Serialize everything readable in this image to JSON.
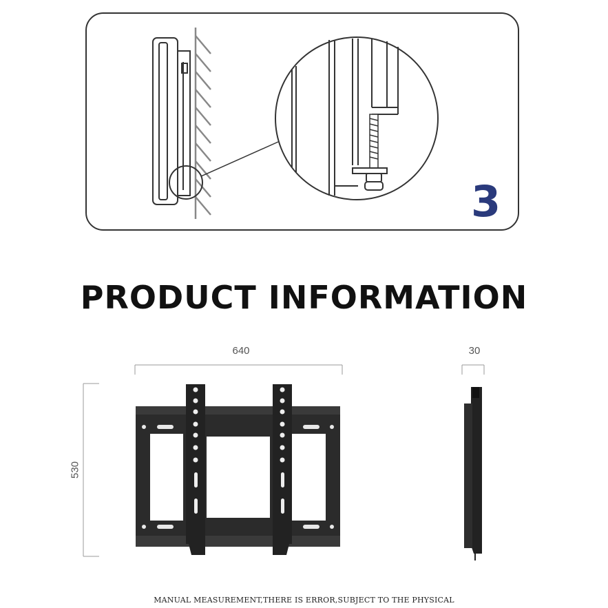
{
  "step": {
    "number": "3"
  },
  "section": {
    "title": "PRODUCT INFORMATION"
  },
  "dimensions": {
    "width": "640",
    "depth": "30",
    "height": "530"
  },
  "footer": {
    "disclaimer": "MANUAL MEASUREMENT,THERE IS ERROR,SUBJECT TO THE PHYSICAL"
  },
  "colors": {
    "accent": "#2a3a7c",
    "metal": "#2b2b2b",
    "line": "#333333",
    "dim_line": "#888888"
  }
}
